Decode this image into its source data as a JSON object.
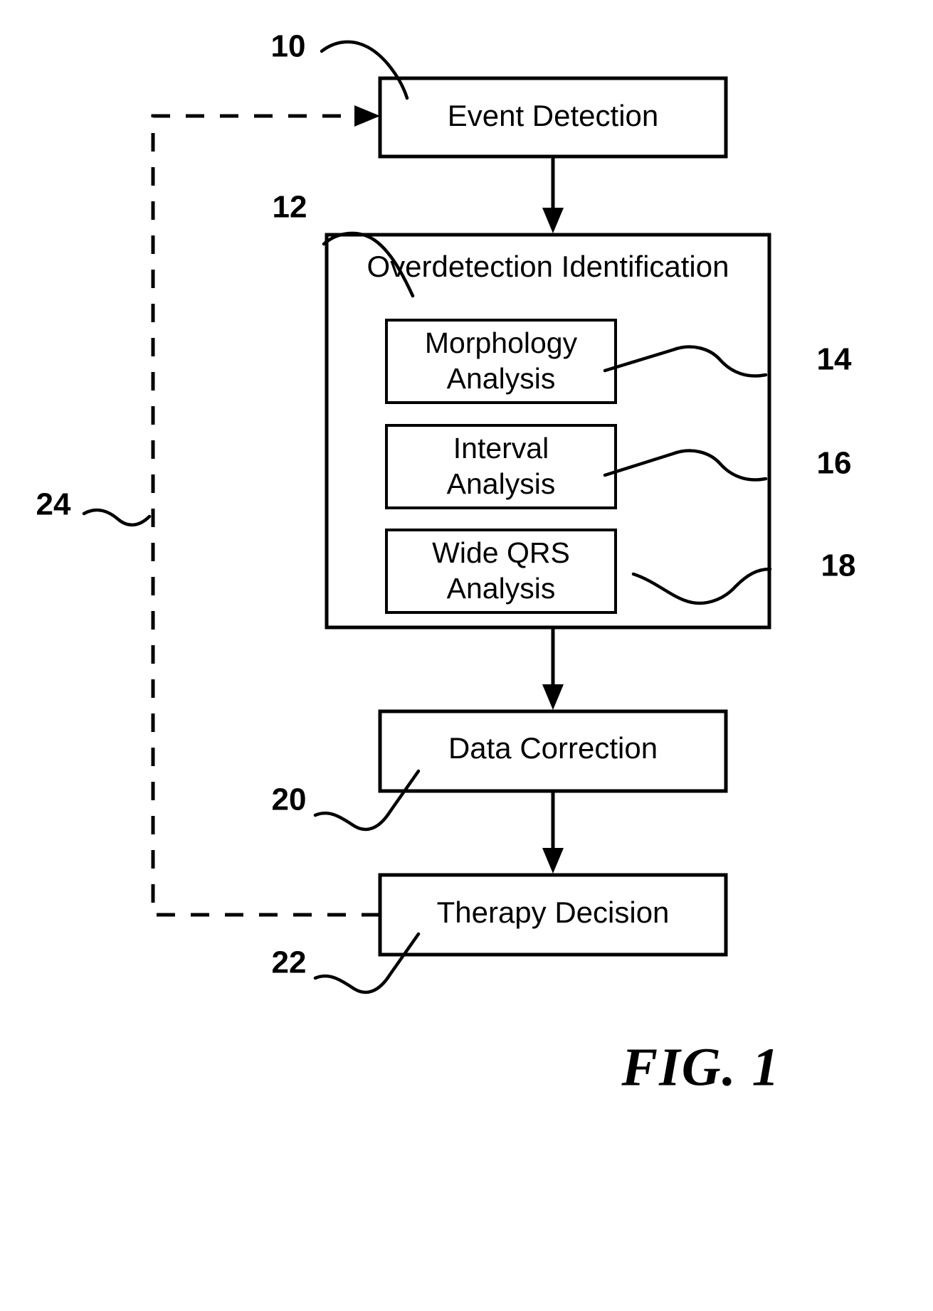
{
  "figure": {
    "caption": "FIG. 1",
    "title": "Event overdetection identification and correction flow diagram"
  },
  "nodes": [
    {
      "id": "event_detection",
      "label": "Event Detection",
      "ref": "10",
      "level": "top"
    },
    {
      "id": "overdetection_identification",
      "label": "Overdetection Identification",
      "ref": "12",
      "level": "container"
    },
    {
      "id": "morphology_analysis",
      "label_line1": "Morphology",
      "label_line2": "Analysis",
      "ref": "14",
      "level": "sub"
    },
    {
      "id": "interval_analysis",
      "label_line1": "Interval",
      "label_line2": "Analysis",
      "ref": "16",
      "level": "sub"
    },
    {
      "id": "wide_qrs_analysis",
      "label_line1": "Wide QRS",
      "label_line2": "Analysis",
      "ref": "18",
      "level": "sub"
    },
    {
      "id": "data_correction",
      "label": "Data Correction",
      "ref": "20",
      "level": "bottom"
    },
    {
      "id": "therapy_decision",
      "label": "Therapy Decision",
      "ref": "22",
      "level": "bottom"
    }
  ],
  "feedback": {
    "ref": "24",
    "from": "therapy_decision",
    "to": "event_detection",
    "style": "dashed"
  },
  "refs": {
    "r10": "10",
    "r12": "12",
    "r14": "14",
    "r16": "16",
    "r18": "18",
    "r20": "20",
    "r22": "22",
    "r24": "24"
  },
  "colors": {
    "stroke": "#000000",
    "background": "#ffffff"
  }
}
